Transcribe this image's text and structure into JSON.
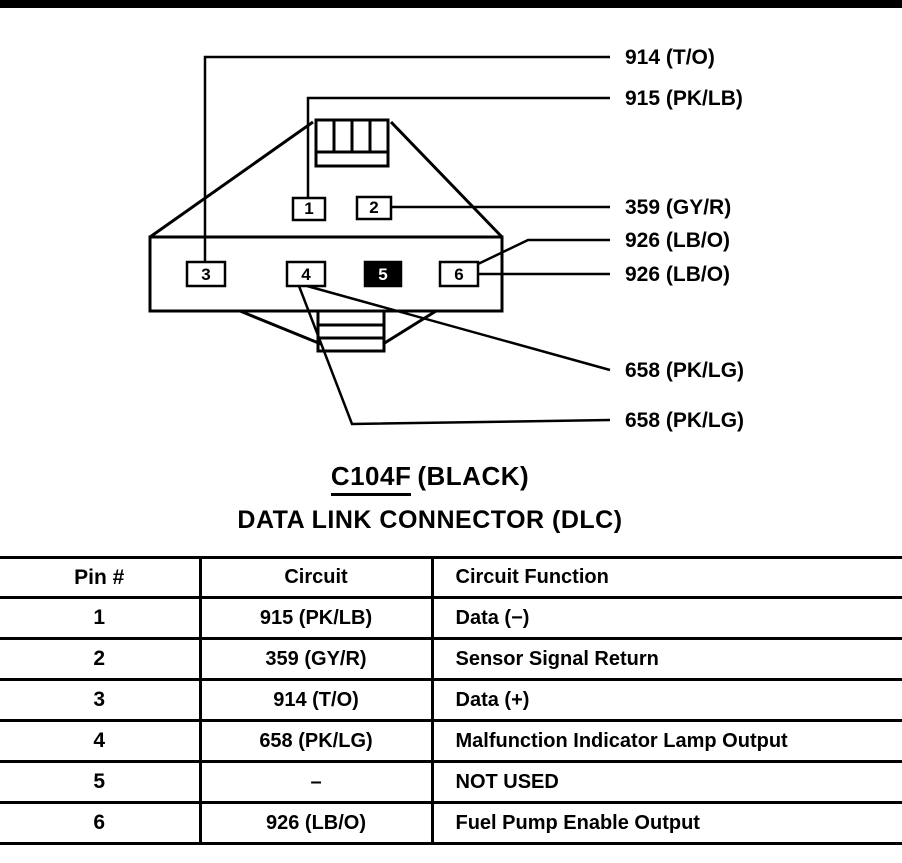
{
  "colors": {
    "ink": "#000000",
    "paper": "#ffffff"
  },
  "diagram": {
    "wire_labels": [
      "914 (T/O)",
      "915 (PK/LB)",
      "359 (GY/R)",
      "926 (LB/O)",
      "926 (LB/O)",
      "658 (PK/LG)",
      "658 (PK/LG)"
    ],
    "pins": [
      "1",
      "2",
      "3",
      "4",
      "5",
      "6"
    ],
    "caption": {
      "connector_id": "C104F",
      "color_note": "(BLACK)",
      "subtitle": "DATA LINK CONNECTOR (DLC)"
    }
  },
  "table": {
    "headers": [
      "Pin #",
      "Circuit",
      "Circuit Function"
    ],
    "rows": [
      [
        "1",
        "915 (PK/LB)",
        "Data (−)"
      ],
      [
        "2",
        "359 (GY/R)",
        "Sensor Signal Return"
      ],
      [
        "3",
        "914 (T/O)",
        "Data (+)"
      ],
      [
        "4",
        "658 (PK/LG)",
        "Malfunction Indicator Lamp Output"
      ],
      [
        "5",
        "–",
        "NOT USED"
      ],
      [
        "6",
        "926 (LB/O)",
        "Fuel Pump Enable Output"
      ]
    ]
  }
}
